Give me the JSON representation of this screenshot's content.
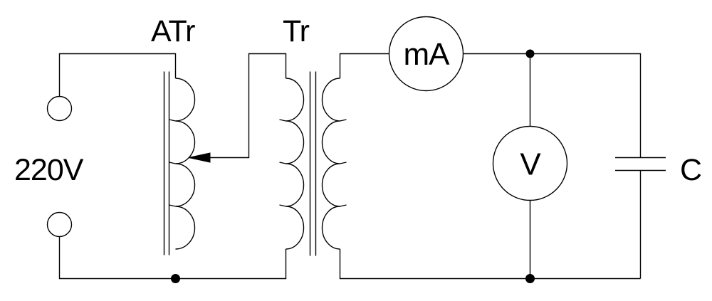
{
  "diagram": {
    "type": "electrical-schematic",
    "labels": {
      "source_voltage": "220V",
      "autotransformer": "ATr",
      "transformer": "Tr",
      "milliammeter": "mA",
      "voltmeter": "V",
      "capacitor": "C"
    },
    "colors": {
      "line": "#000000",
      "background": "#ffffff",
      "junction_dot": "#000000",
      "arrow_fill": "#000000"
    },
    "components": {
      "source": "220V AC supply with two open circle terminals",
      "autotransformer": "ATr variable autotransformer with left-pointing tap arrow",
      "transformer": "Tr two-winding transformer with double-line core",
      "milliammeter": "mA round meter in series on top rail",
      "voltmeter": "V round meter in parallel branch",
      "capacitor": "C parallel-plate capacitor on right branch"
    }
  }
}
